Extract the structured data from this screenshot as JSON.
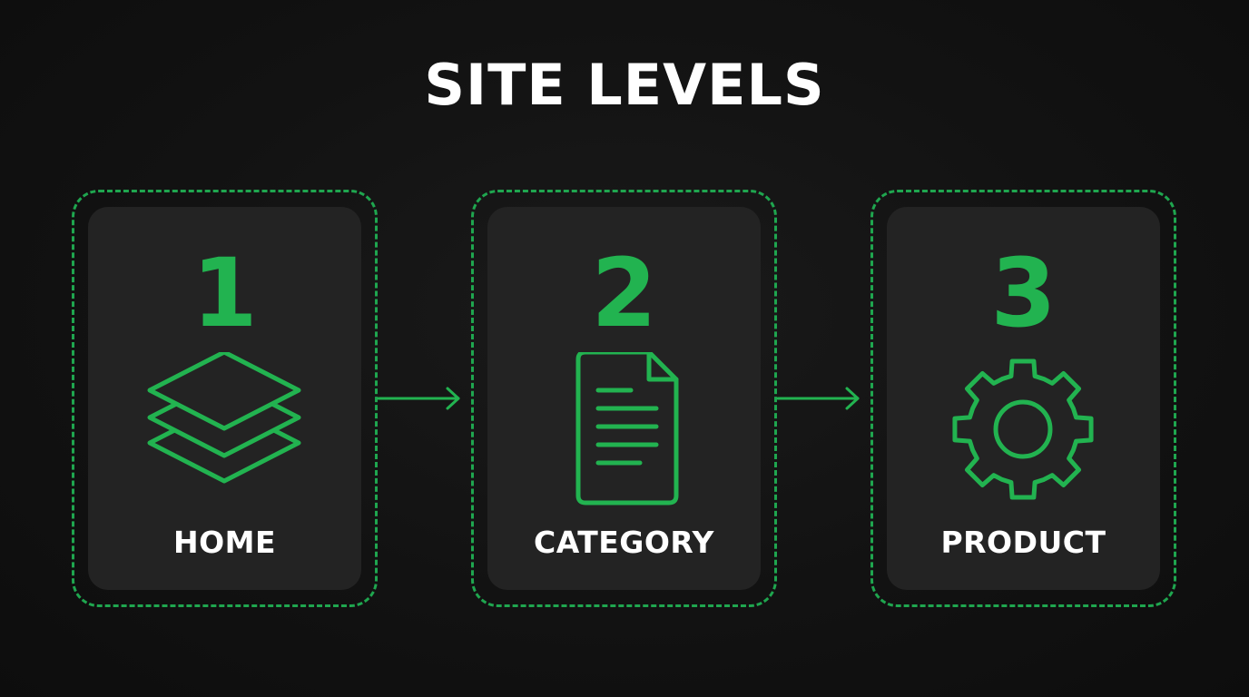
{
  "title": "SITE LEVELS",
  "accent_color": "#22b350",
  "levels": [
    {
      "number": "1",
      "label": "HOME",
      "icon": "layers-icon"
    },
    {
      "number": "2",
      "label": "CATEGORY",
      "icon": "document-icon"
    },
    {
      "number": "3",
      "label": "PRODUCT",
      "icon": "gear-icon"
    }
  ]
}
